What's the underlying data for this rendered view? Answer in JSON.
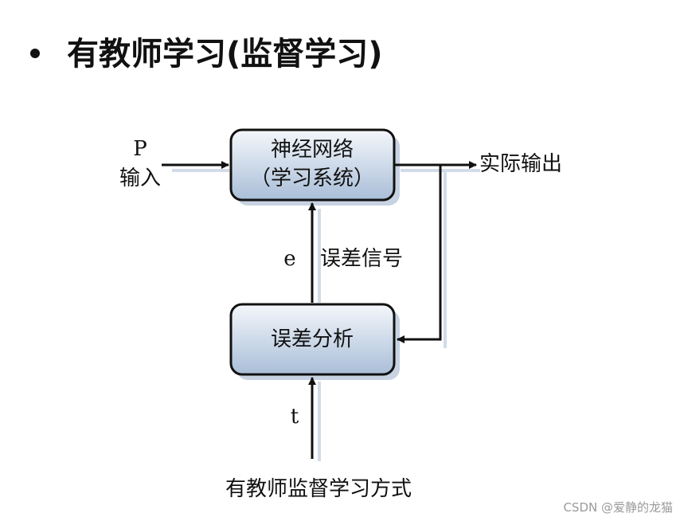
{
  "title": "有教师学习(监督学习)",
  "diagram": {
    "box_network_line1": "神经网络",
    "box_network_line2": "（学习系统）",
    "box_error_analysis": "误差分析",
    "input_symbol": "P",
    "input_label": "输入",
    "output_label": "实际输出",
    "error_symbol": "e",
    "error_label": "误差信号",
    "target_symbol": "t",
    "caption": "有教师监督学习方式"
  },
  "watermark": "CSDN @爱静的龙猫",
  "colors": {
    "box_fill_top": "#f4f7fb",
    "box_fill_bottom": "#a9bed8",
    "box_stroke": "#111111",
    "shadow": "#c7d2e2",
    "arrow": "#111111"
  }
}
